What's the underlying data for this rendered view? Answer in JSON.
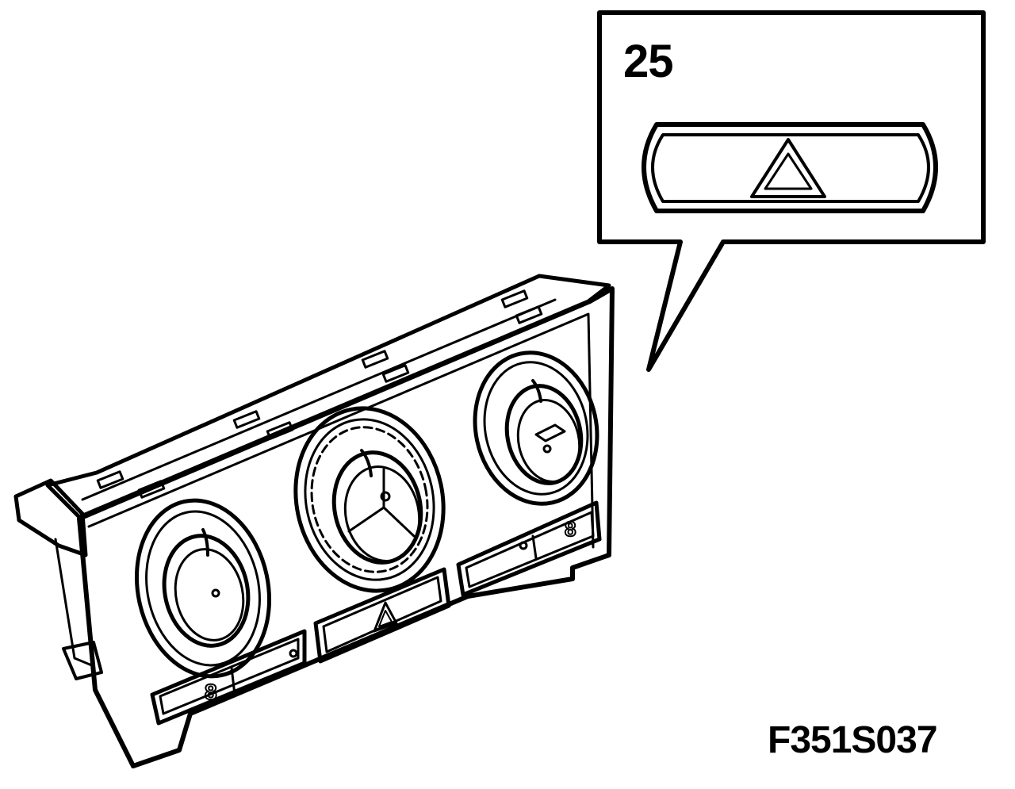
{
  "callout": {
    "number": "25",
    "icon": "hazard-triangle-icon"
  },
  "figure_code": "F351S037",
  "panel": {
    "button_icons": [
      "hazard-triangle-icon",
      "recirculation-icon",
      "ac-snowflake-icon"
    ],
    "knobs": [
      "fan-speed-knob",
      "air-distribution-knob",
      "temperature-knob"
    ]
  },
  "colors": {
    "line": "#000000",
    "background": "#ffffff"
  }
}
